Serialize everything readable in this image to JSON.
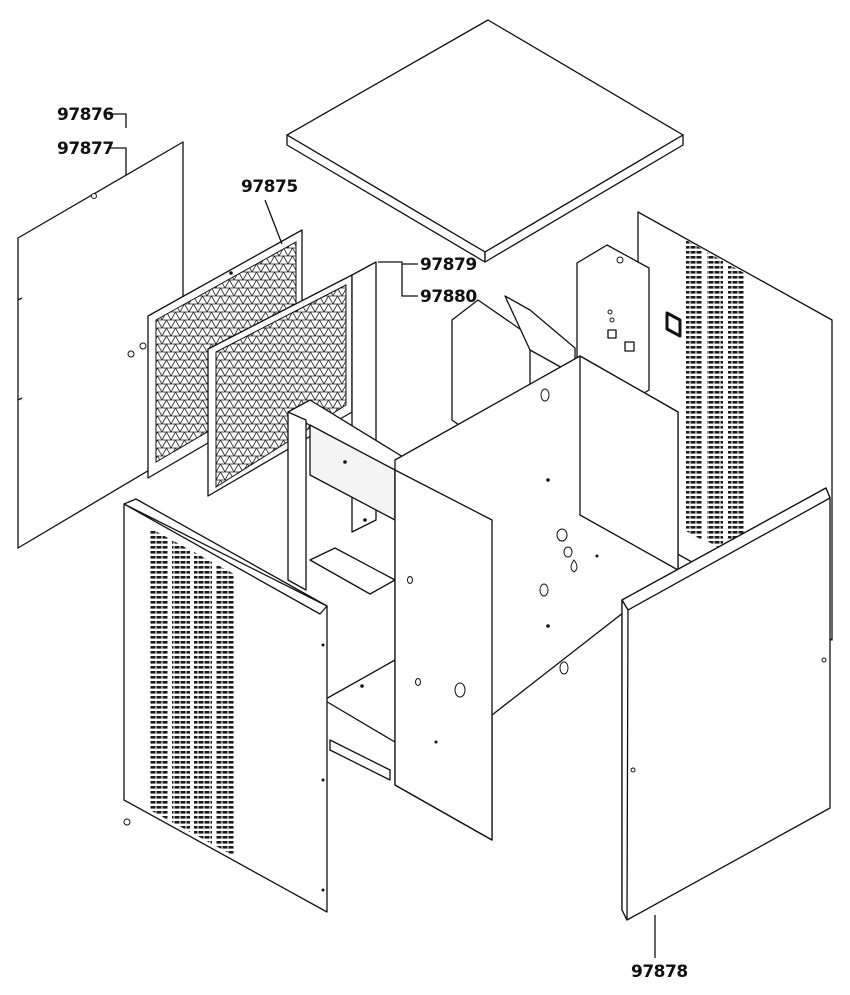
{
  "labels": {
    "part_97876": "97876",
    "part_97877": "97877",
    "part_97875": "97875",
    "part_97879": "97879",
    "part_97880": "97880",
    "part_97878": "97878"
  },
  "louver_slot_color": "#1a1a1a",
  "line_color": "#111111"
}
